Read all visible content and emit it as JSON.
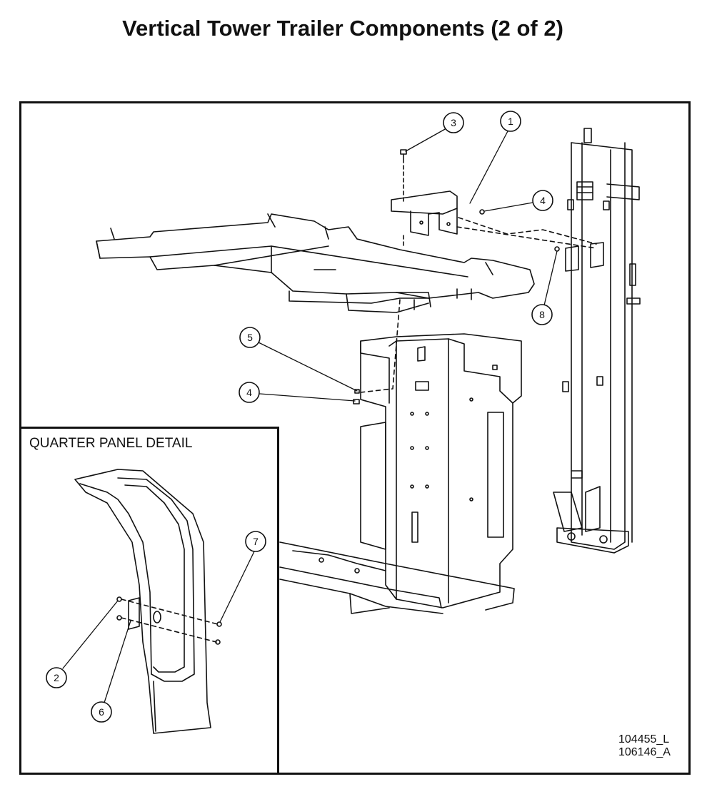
{
  "title": "Vertical Tower Trailer  Components (2 of 2)",
  "inset_label": "QUARTER PANEL DETAIL",
  "doc_numbers": [
    "104455_L",
    "106146_A"
  ],
  "callouts": [
    {
      "id": "c3",
      "label": "3"
    },
    {
      "id": "c1",
      "label": "1"
    },
    {
      "id": "c4a",
      "label": "4"
    },
    {
      "id": "c8",
      "label": "8"
    },
    {
      "id": "c5",
      "label": "5"
    },
    {
      "id": "c4b",
      "label": "4"
    },
    {
      "id": "c7",
      "label": "7"
    },
    {
      "id": "c2",
      "label": "2"
    },
    {
      "id": "c6",
      "label": "6"
    }
  ]
}
